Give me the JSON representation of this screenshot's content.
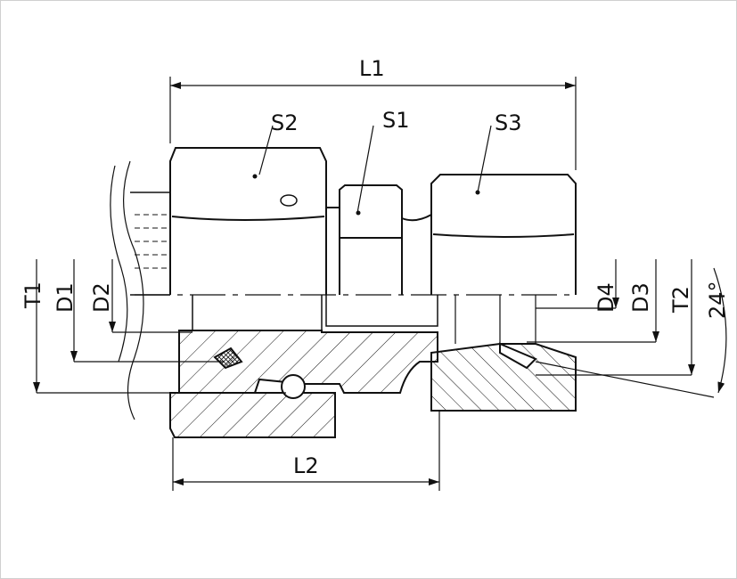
{
  "labels": {
    "L1": "L1",
    "L2": "L2",
    "S1": "S1",
    "S2": "S2",
    "S3": "S3",
    "T1": "T1",
    "T2": "T2",
    "D1": "D1",
    "D2": "D2",
    "D3": "D3",
    "D4": "D4",
    "angle": "24°"
  }
}
